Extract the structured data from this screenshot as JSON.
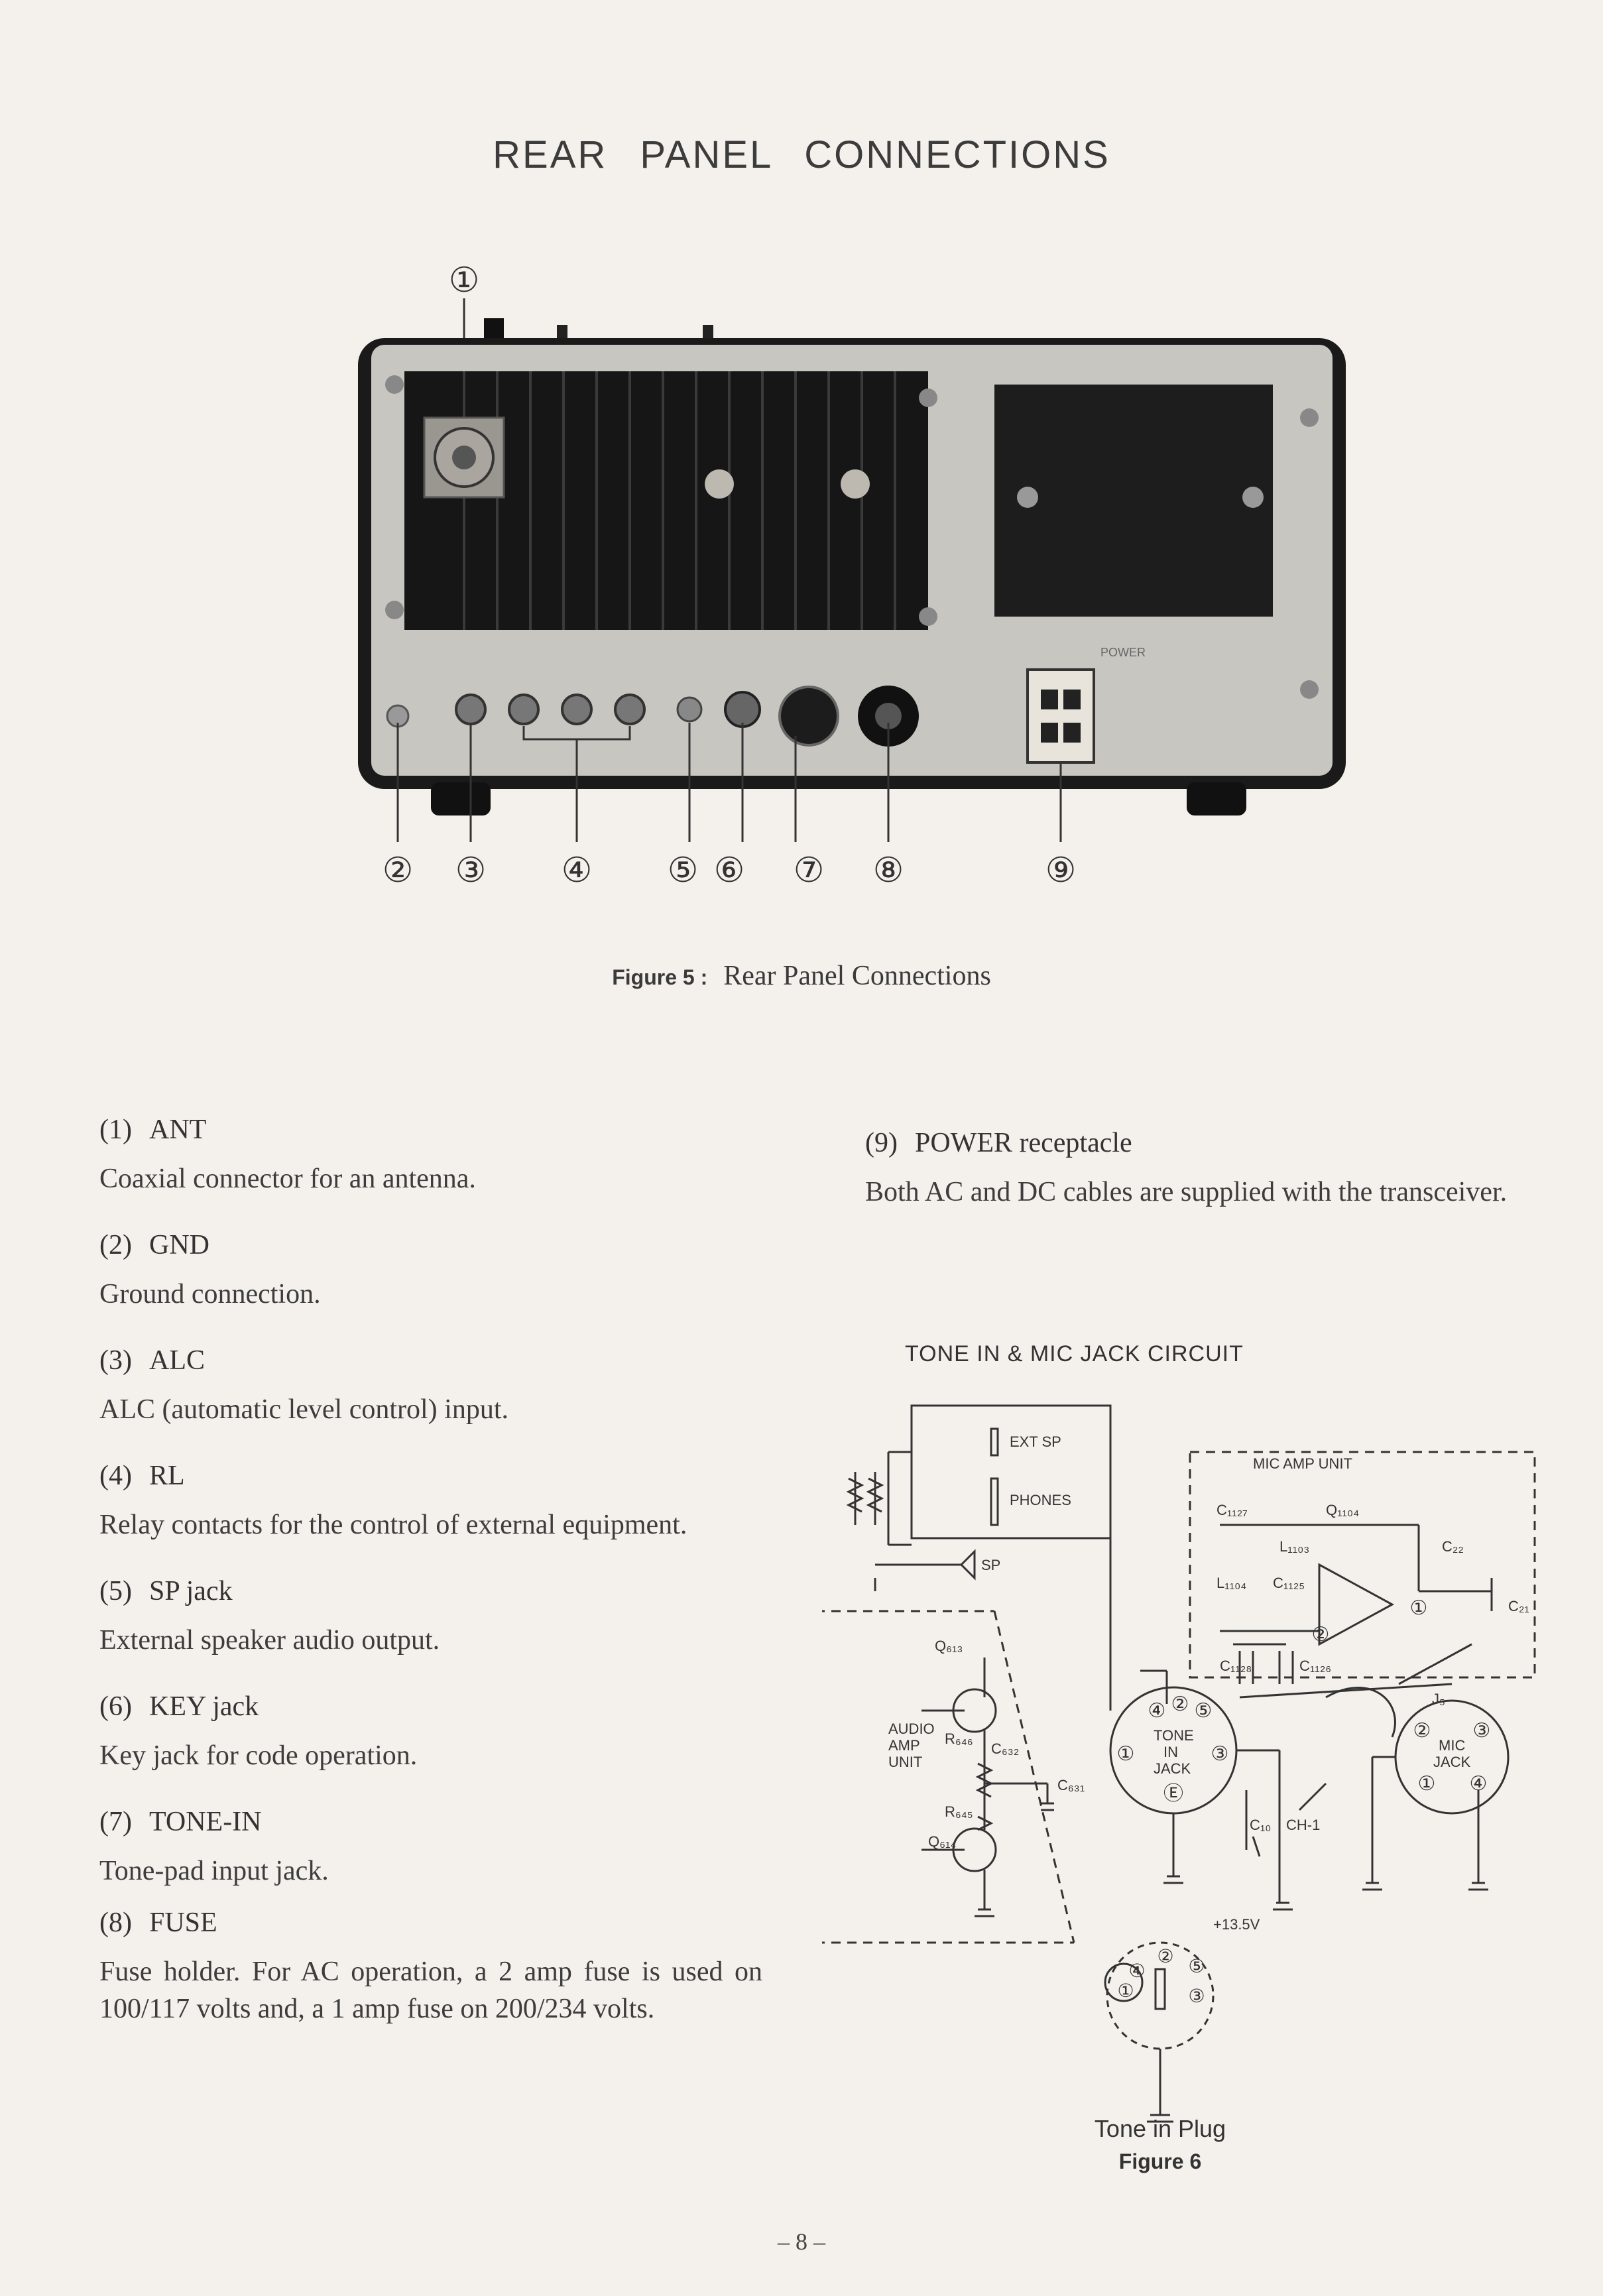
{
  "page": {
    "title": "REAR PANEL CONNECTIONS",
    "page_number": "– 8 –"
  },
  "figure5": {
    "label": "Figure 5 :",
    "caption": "Rear Panel Connections",
    "callouts": [
      "①",
      "②",
      "③",
      "④",
      "⑤",
      "⑥",
      "⑦",
      "⑧",
      "⑨"
    ],
    "panel_label": "POWER"
  },
  "items_left": [
    {
      "number": "(1)",
      "title": "ANT",
      "description": "Coaxial connector for an antenna."
    },
    {
      "number": "(2)",
      "title": "GND",
      "description": "Ground connection."
    },
    {
      "number": "(3)",
      "title": "ALC",
      "description": "ALC (automatic level control) input."
    },
    {
      "number": "(4)",
      "title": "RL",
      "description": "Relay contacts for the control of external equipment."
    },
    {
      "number": "(5)",
      "title": "SP jack",
      "description": "External speaker audio output."
    },
    {
      "number": "(6)",
      "title": "KEY jack",
      "description": "Key jack for code operation."
    },
    {
      "number": "(7)",
      "title": "TONE-IN",
      "description": "Tone-pad input jack."
    },
    {
      "number": "(8)",
      "title": "FUSE",
      "description": "Fuse holder. For AC operation, a 2 amp fuse is used on 100/117 volts and, a 1 amp fuse on 200/234 volts."
    }
  ],
  "items_right": [
    {
      "number": "(9)",
      "title": "POWER receptacle",
      "description": "Both AC and DC cables are supplied with the transceiver."
    }
  ],
  "circuit": {
    "title": "TONE IN & MIC JACK CIRCUIT",
    "labels": {
      "ext_sp": "EXT SP",
      "phones": "PHONES",
      "sp": "SP",
      "mic_amp_unit": "MIC AMP UNIT",
      "c1127": "C₁₁₂₇",
      "q1104": "Q₁₁₀₄",
      "l1103": "L₁₁₀₃",
      "c22": "C₂₂",
      "l1104": "L₁₁₀₄",
      "c1125": "C₁₁₂₅",
      "c1128": "C₁₁₂₈",
      "c1126": "C₁₁₂₆",
      "c21": "C₂₁",
      "q613": "Q₆₁₃",
      "j5": "J₅",
      "audio_amp_unit_1": "AUDIO",
      "audio_amp_unit_2": "AMP",
      "audio_amp_unit_3": "UNIT",
      "r646": "R₆₄₆",
      "c632": "C₆₃₂",
      "c631": "C₆₃₁",
      "r645": "R₆₄₅",
      "q614": "Q₆₁₄",
      "tone_in_jack_1": "TONE",
      "tone_in_jack_2": "IN",
      "tone_in_jack_3": "JACK",
      "mic_jack_1": "MIC",
      "mic_jack_2": "JACK",
      "c10": "C₁₀",
      "ch1": "CH-1",
      "v135": "+13.5V",
      "pin1": "①",
      "pin2": "②",
      "pin3": "③",
      "pin4": "④",
      "pin5": "⑤",
      "pinE": "Ⓔ"
    }
  },
  "figure6": {
    "caption": "Tone in Plug",
    "label": "Figure 6",
    "pins": [
      "④",
      "②",
      "⑤",
      "①",
      "③"
    ]
  }
}
